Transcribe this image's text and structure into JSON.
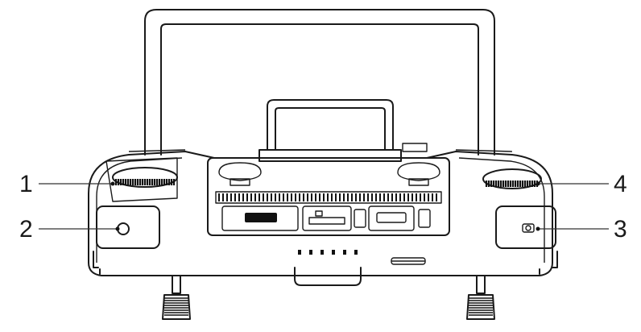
{
  "callouts": [
    {
      "number": "1",
      "part": "left-dial"
    },
    {
      "number": "2",
      "part": "left-button"
    },
    {
      "number": "3",
      "part": "right-button"
    },
    {
      "number": "4",
      "part": "right-dial"
    }
  ],
  "colors": {
    "line": "#1a1a1a",
    "fill": "#ffffff",
    "dark": "#111111"
  }
}
